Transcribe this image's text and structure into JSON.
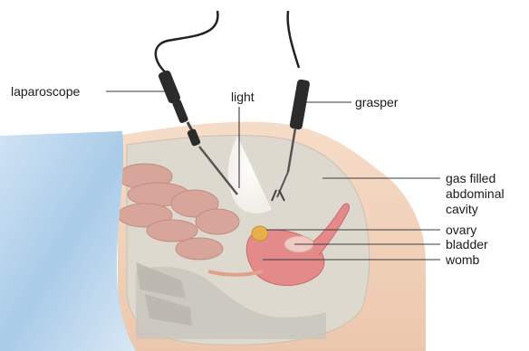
{
  "labels": {
    "laparoscope": "laparoscope",
    "light": "light",
    "grasper": "grasper",
    "gas_line1": "gas filled",
    "gas_line2": "abdominal",
    "gas_line3": "cavity",
    "ovary": "ovary",
    "bladder": "bladder",
    "womb": "womb"
  }
}
